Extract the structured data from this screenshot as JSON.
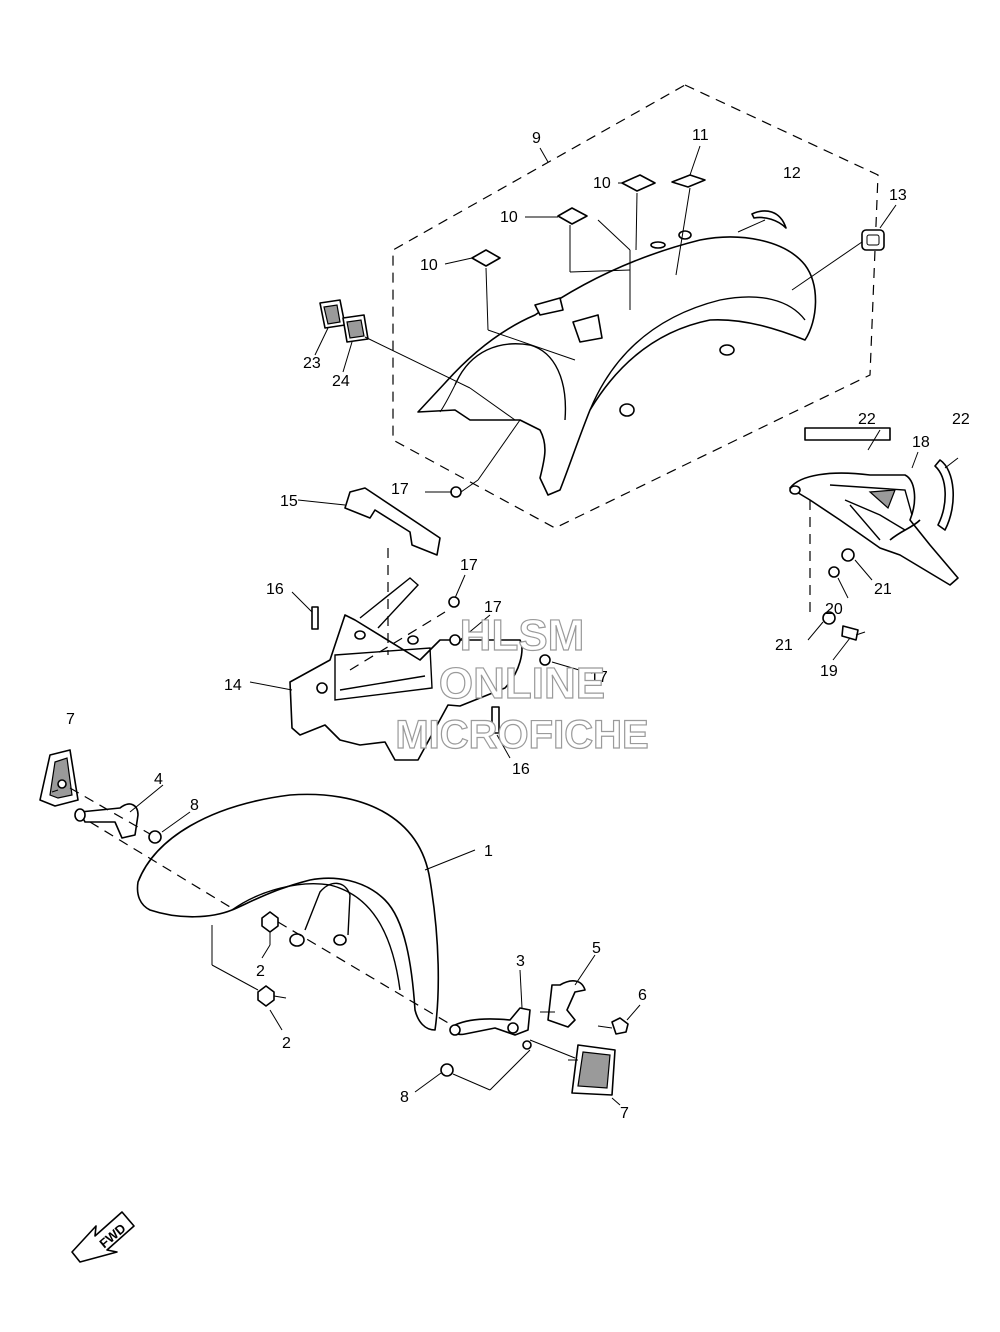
{
  "callouts": {
    "c1": "1",
    "c2a": "2",
    "c2b": "2",
    "c3": "3",
    "c4": "4",
    "c5": "5",
    "c6": "6",
    "c7a": "7",
    "c7b": "7",
    "c8a": "8",
    "c8b": "8",
    "c9": "9",
    "c10a": "10",
    "c10b": "10",
    "c10c": "10",
    "c11": "11",
    "c12": "12",
    "c13": "13",
    "c14": "14",
    "c15": "15",
    "c16a": "16",
    "c16b": "16",
    "c17a": "17",
    "c17b": "17",
    "c17c": "17",
    "c17d": "17",
    "c18": "18",
    "c19": "19",
    "c20": "20",
    "c21a": "21",
    "c21b": "21",
    "c22a": "22",
    "c22b": "22",
    "c23": "23",
    "c24": "24"
  },
  "watermark": {
    "line1": "HLSM",
    "line2": "ONLINE",
    "line3": "MICROFICHE"
  },
  "fwd_arrow": {
    "label": "FWD"
  }
}
